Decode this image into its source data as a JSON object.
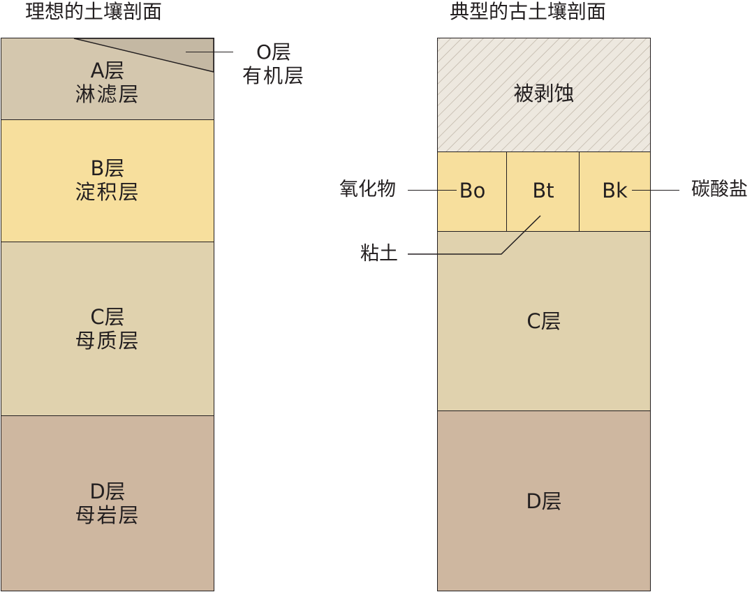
{
  "left_profile": {
    "title": "理想的土壤剖面",
    "layers": [
      {
        "code": "O层",
        "name": "有机层",
        "color": "#c4b8a3"
      },
      {
        "code": "A层",
        "name": "淋滤层",
        "color": "#d4c7ae"
      },
      {
        "code": "B层",
        "name": "淀积层",
        "color": "#f7df9d"
      },
      {
        "code": "C层",
        "name": "母质层",
        "color": "#e0d2ae"
      },
      {
        "code": "D层",
        "name": "母岩层",
        "color": "#ceb7a0"
      }
    ]
  },
  "right_profile": {
    "title": "典型的古土壤剖面",
    "layers": [
      {
        "name": "被剥蚀",
        "color": "#ede8df",
        "pattern": "diagonal-hatch"
      },
      {
        "code": "Bo",
        "annotation": "氧化物",
        "color": "#f7df9d"
      },
      {
        "code": "Bt",
        "annotation": "粘土",
        "color": "#f7df9d"
      },
      {
        "code": "Bk",
        "annotation": "碳酸盐",
        "color": "#f7df9d"
      },
      {
        "code": "C层",
        "color": "#e0d2ae"
      },
      {
        "code": "D层",
        "color": "#ceb7a0"
      }
    ]
  }
}
